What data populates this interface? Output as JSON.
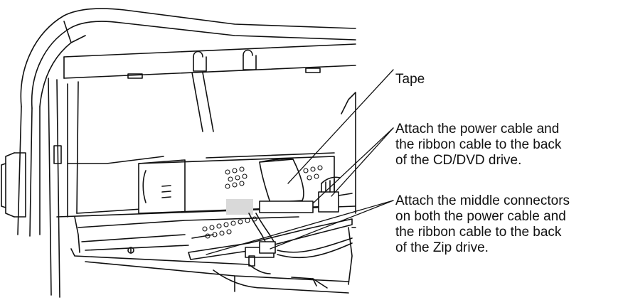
{
  "callouts": {
    "tape": {
      "lines": [
        "Tape"
      ]
    },
    "cd_dvd": {
      "lines": [
        "Attach the power cable and",
        "the ribbon cable to the back",
        "of the CD/DVD drive."
      ]
    },
    "zip": {
      "lines": [
        "Attach the middle connectors",
        "on both the power cable and",
        "the ribbon cable to the back",
        "of the Zip drive."
      ]
    }
  },
  "colors": {
    "line": "#111111",
    "shade": "#d9d9d9",
    "paper": "#ffffff"
  }
}
